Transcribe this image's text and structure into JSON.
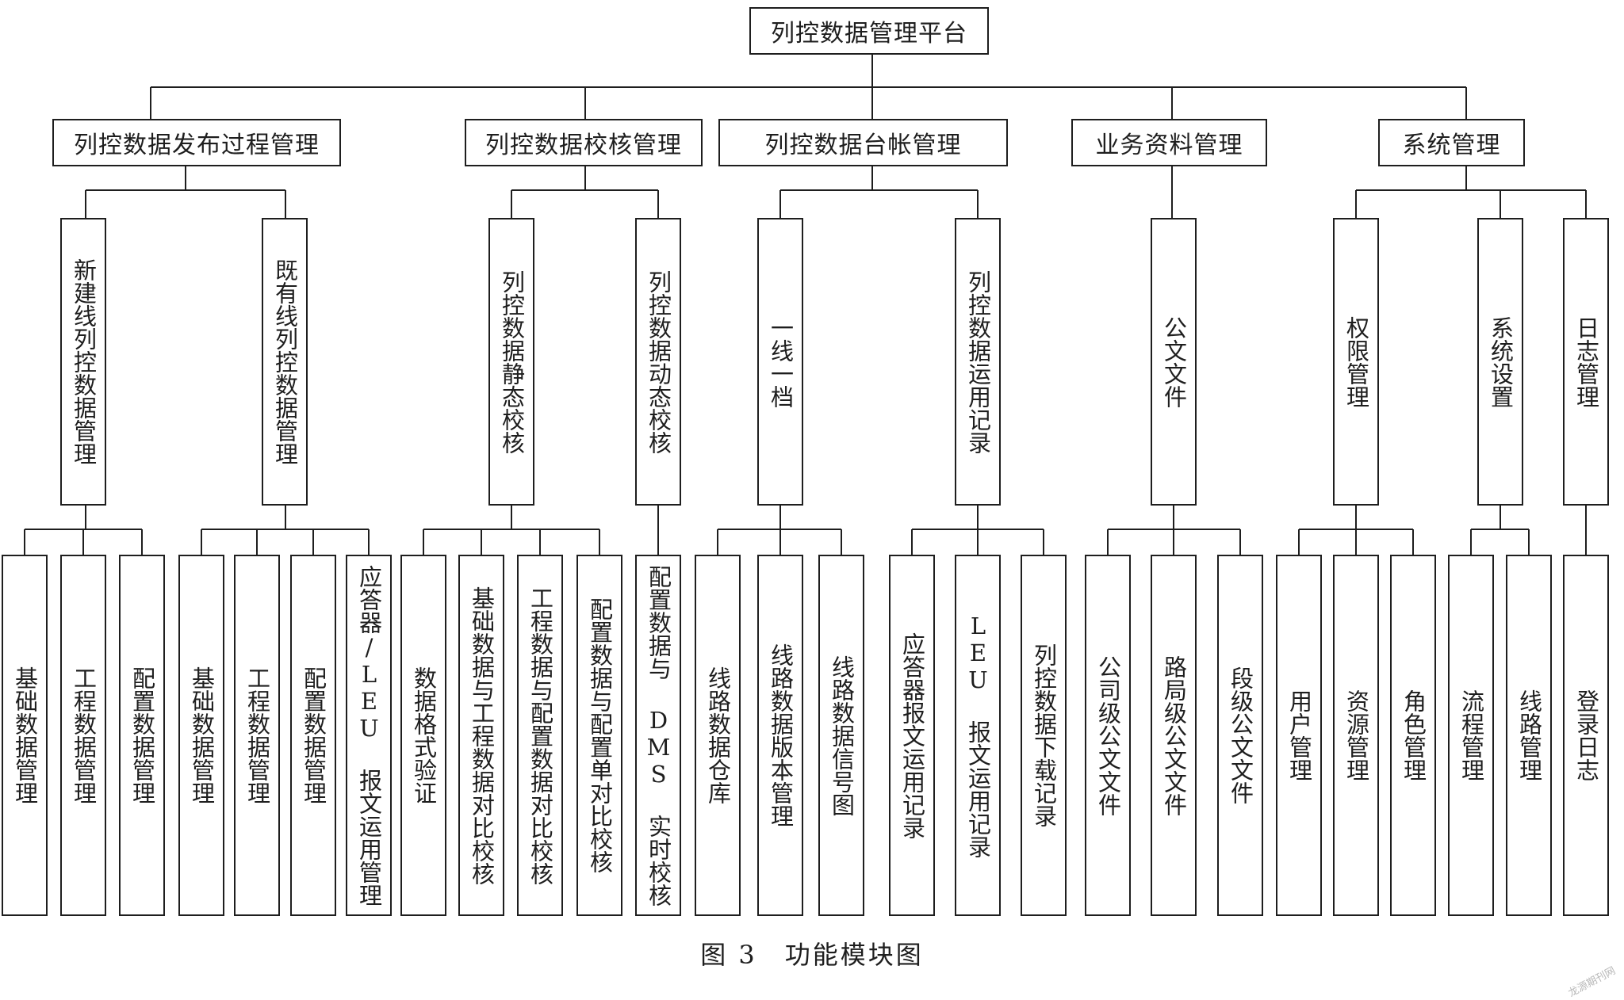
{
  "diagram": {
    "root": "列控数据管理平台",
    "groups": [
      {
        "label": "列控数据发布过程管理",
        "children": [
          {
            "label": "新建线列控数据管理",
            "leaves": [
              "基础数据管理",
              "工程数据管理",
              "配置数据管理"
            ]
          },
          {
            "label": "既有线列控数据管理",
            "leaves": [
              "基础数据管理",
              "工程数据管理",
              "配置数据管理",
              "应答器/LEU 报文运用管理"
            ]
          }
        ]
      },
      {
        "label": "列控数据校核管理",
        "children": [
          {
            "label": "列控数据静态校核",
            "leaves": [
              "数据格式验证",
              "基础数据与工程数据对比校核",
              "工程数据与配置数据对比校核",
              "配置数据与配置单对比校核"
            ]
          },
          {
            "label": "列控数据动态校核",
            "leaves": [
              "配置数据与 DMS 实时校核"
            ]
          }
        ]
      },
      {
        "label": "列控数据台帐管理",
        "children": [
          {
            "label": "一线一档",
            "leaves": [
              "线路数据仓库",
              "线路数据版本管理",
              "线路数据信号图"
            ]
          },
          {
            "label": "列控数据运用记录",
            "leaves": [
              "应答器报文运用记录",
              "LEU 报文运用记录",
              "列控数据下载记录"
            ]
          }
        ]
      },
      {
        "label": "业务资料管理",
        "children": [
          {
            "label": "公文文件",
            "leaves": [
              "公司级公文文件",
              "路局级公文文件",
              "段级公文文件"
            ]
          }
        ]
      },
      {
        "label": "系统管理",
        "children": [
          {
            "label": "权限管理",
            "leaves": [
              "用户管理",
              "资源管理",
              "角色管理"
            ]
          },
          {
            "label": "系统设置",
            "leaves": [
              "流程管理",
              "线路管理"
            ]
          },
          {
            "label": "日志管理",
            "leaves": [
              "登录日志"
            ]
          }
        ]
      }
    ]
  },
  "caption": "图 3　功能模块图",
  "watermark": "龙源期刊网",
  "colors": {
    "line": "#1e1e1e",
    "background": "#ffffff",
    "watermark": "#b8b8b8"
  }
}
